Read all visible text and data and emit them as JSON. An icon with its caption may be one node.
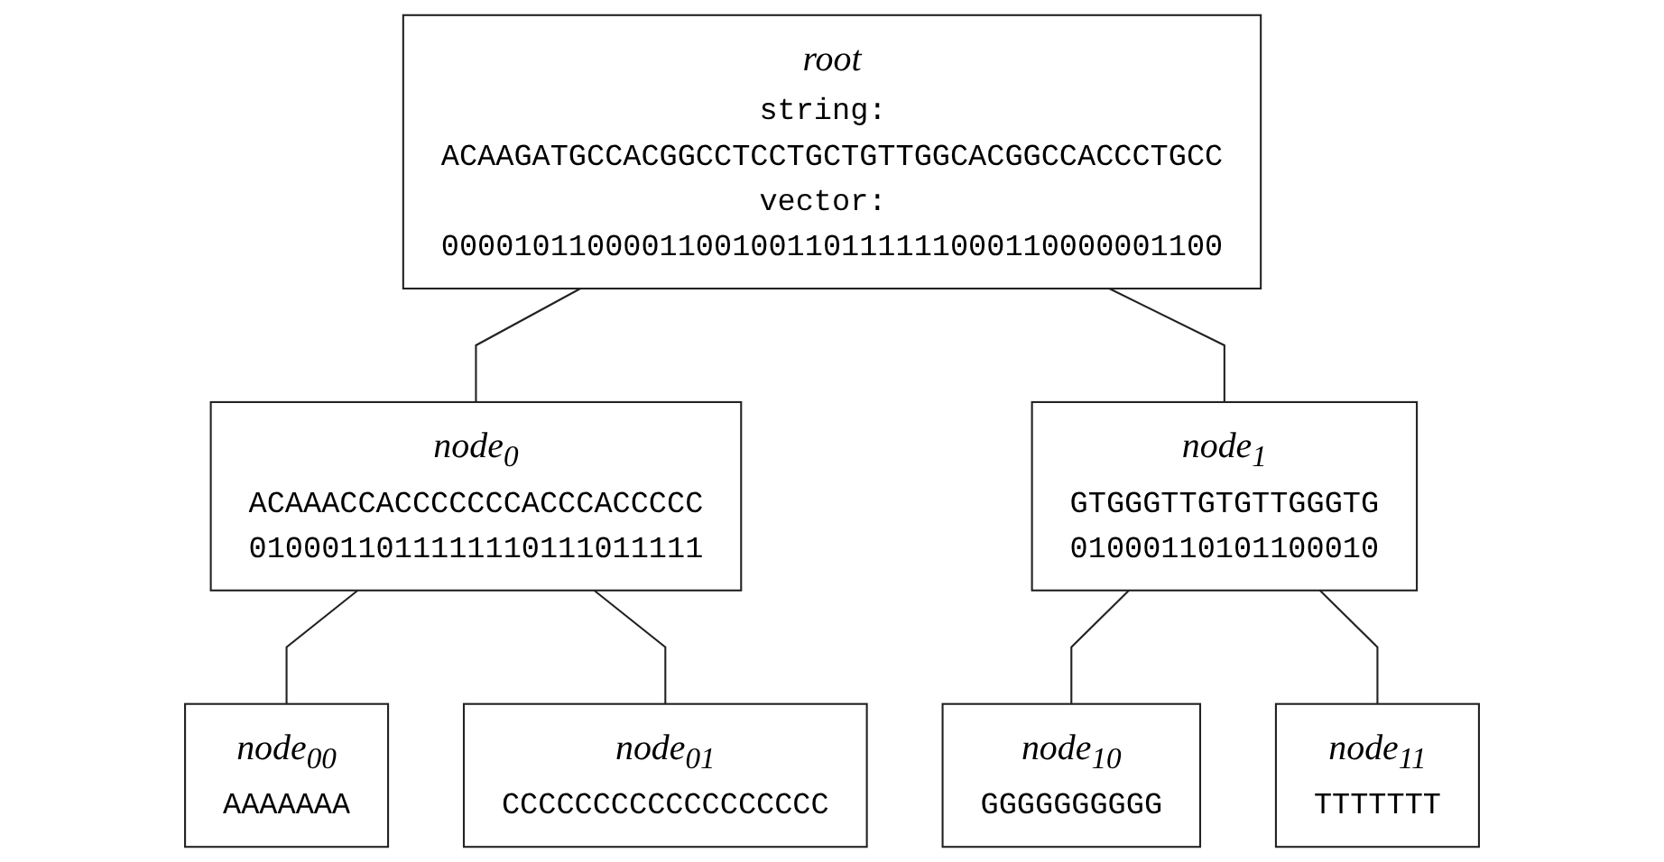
{
  "diagram": {
    "nodes": [
      {
        "text": [
          "root",
          "string: ACAAGATGCCACGGCCTCCTGCTGTTGGCACGGCCACCCTGCC",
          "vector: 0000101100001100100110111111000110000001100"
        ]
      },
      {
        "text": [
          "node$_{0}$",
          "ACAAACCACCCCCCCACCCACCCCC",
          "0100011011111110111011111"
        ]
      },
      {
        "text": [
          "node$_{1}$",
          "GTGGGTTGTGTTGGGTG",
          "01000110101100010"
        ]
      },
      {
        "text": [
          "node$_{00}$",
          "AAAAAAA"
        ]
      },
      {
        "text": [
          "node$_{01}$",
          "CCCCCCCCCCCCCCCCCC"
        ]
      },
      {
        "text": [
          "node$_{10}$",
          "GGGGGGGGGG"
        ]
      },
      {
        "text": [
          "node$_{11}$",
          "TTTTTTT"
        ]
      }
    ],
    "edges": [
      {
        "from": 0,
        "to": 1,
        "arrow": "none"
      },
      {
        "from": 0,
        "to": 2,
        "arrow": "none"
      },
      {
        "from": 1,
        "to": 3,
        "arrow": "none"
      },
      {
        "from": 1,
        "to": 4,
        "arrow": "none"
      },
      {
        "from": 2,
        "to": 5,
        "arrow": "none"
      },
      {
        "from": 2,
        "to": 6,
        "arrow": "none"
      }
    ]
  }
}
